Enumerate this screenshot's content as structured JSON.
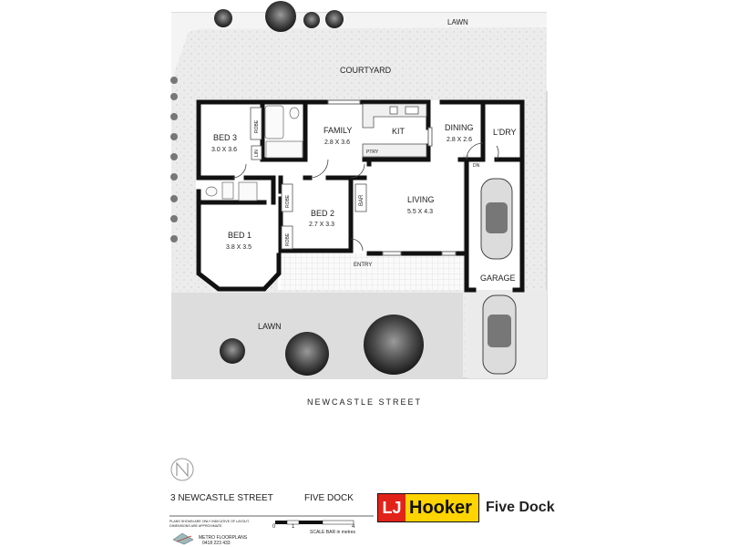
{
  "lawn_top": "LAWN",
  "courtyard": "COURTYARD",
  "lawn_bottom": "LAWN",
  "street": "NEWCASTLE STREET",
  "rooms": {
    "bed3": {
      "name": "BED 3",
      "dims": "3.0 X 3.6"
    },
    "family": {
      "name": "FAMILY",
      "dims": "2.8 X 3.6"
    },
    "kit": {
      "name": "KIT"
    },
    "dining": {
      "name": "DINING",
      "dims": "2.8 X 2.6"
    },
    "ldry": {
      "name": "L'DRY"
    },
    "living": {
      "name": "LIVING",
      "dims": "5.5 X 4.3"
    },
    "bed2": {
      "name": "BED 2",
      "dims": "2.7 X 3.3"
    },
    "bed1": {
      "name": "BED 1",
      "dims": "3.8 X 3.5"
    },
    "garage": {
      "name": "GARAGE"
    },
    "entry": {
      "name": "ENTRY"
    }
  },
  "small_labels": {
    "robe_bed3": "ROBE",
    "lin": "LIN",
    "robe_bed2": "ROBE",
    "robe_bed1": "ROBE",
    "bar": "BAR",
    "pty": "PTRY",
    "dn": "DN"
  },
  "footer": {
    "address": "3 NEWCASTLE STREET",
    "suburb": "FIVE DOCK",
    "disclaimer_1": "PLANS SHOWN ARE ONLY INDICATIVE OF LAYOUT.",
    "disclaimer_2": "DIMENSIONS ARE APPROXIMATE.",
    "scale_0": "0",
    "scale_1": "1",
    "scale_4": "4",
    "scale_caption": "SCALE BAR in metres",
    "drafter": "METRO FLOORPLANS",
    "phone": "0418 223 433"
  },
  "brand": {
    "lj": "LJ",
    "hooker": "Hooker",
    "branch": "Five Dock"
  },
  "colors": {
    "wall": "#111111",
    "site": "#e9e9e9",
    "lawn": "#dcdcdc",
    "brand_red": "#e2231a",
    "brand_yellow": "#ffd400"
  }
}
